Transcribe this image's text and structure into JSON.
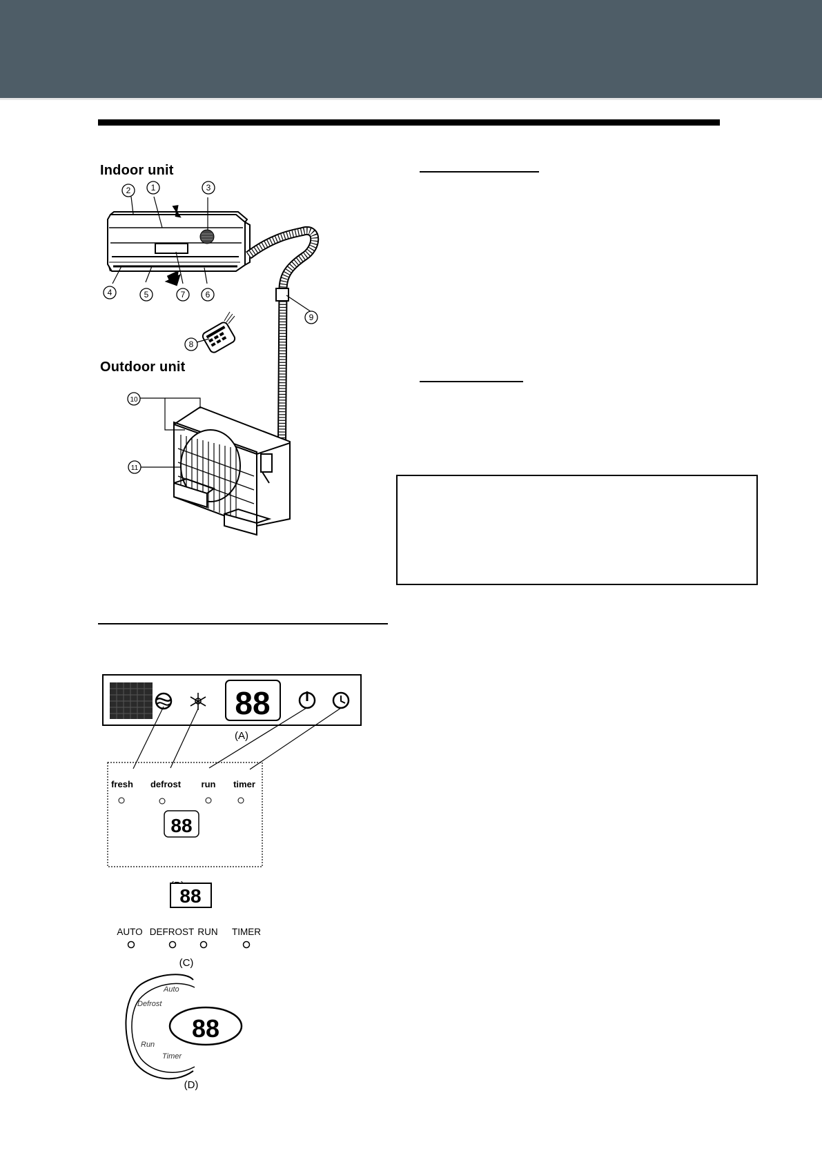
{
  "headings": {
    "indoor_unit": "Indoor unit",
    "outdoor_unit": "Outdoor unit"
  },
  "callouts": [
    "1",
    "2",
    "3",
    "4",
    "5",
    "6",
    "7",
    "8",
    "9",
    "10",
    "11"
  ],
  "display_panel": {
    "digits": "88",
    "panel_a": {
      "caption": "(A)",
      "icons": [
        "fresh-icon",
        "defrost-icon",
        "power-icon",
        "timer-icon"
      ]
    },
    "panel_b": {
      "caption": "(B)",
      "labels": [
        "fresh",
        "defrost",
        "run",
        "timer"
      ]
    },
    "panel_c": {
      "caption": "(C)",
      "labels": [
        "AUTO",
        "DEFROST",
        "RUN",
        "TIMER"
      ]
    },
    "panel_d": {
      "caption": "(D)",
      "labels": [
        "Auto",
        "Defrost",
        "Run",
        "Timer"
      ]
    }
  },
  "colors": {
    "banner": "#4e5d67",
    "ink": "#000000"
  }
}
